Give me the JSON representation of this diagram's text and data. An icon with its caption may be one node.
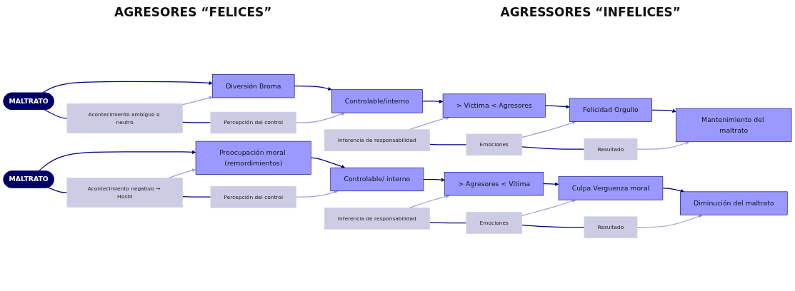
{
  "diagram": {
    "nodes": [
      {
        "text": [
          "MALTRATO"
        ]
      },
      {
        "text": [
          "Acontecimiento ambíguo o neutro"
        ]
      },
      {
        "text": [
          "Percepción del control"
        ]
      },
      {
        "text": [
          "Diversión Broma"
        ]
      },
      {
        "text": [
          "Controlable/interno"
        ]
      },
      {
        "text": [
          "Inferencia de responsabilidad"
        ]
      },
      {
        "text": [
          "Emociones"
        ]
      },
      {
        "text": [
          "Resultado"
        ]
      },
      {
        "text": [
          "> Víctima < Agresores"
        ]
      },
      {
        "text": [
          "Felicidad Orgullo"
        ]
      },
      {
        "text": [
          "Mantenimiento del maltrato"
        ]
      },
      {
        "text": [
          "MALTRATO"
        ]
      },
      {
        "text": [
          "Acontecimiento negativo → Hostil"
        ]
      },
      {
        "text": [
          "Percepción del control"
        ]
      },
      {
        "text": [
          "Preocupación moral (remordimientos)"
        ]
      },
      {
        "text": [
          "Controlable/ interno"
        ]
      },
      {
        "text": [
          "Inferencia de responsabilidad"
        ]
      },
      {
        "text": [
          "Emociones"
        ]
      },
      {
        "text": [
          "Resultado"
        ]
      },
      {
        "text": [
          "> Agresores < Vítima"
        ]
      },
      {
        "text": [
          "Culpa Verguenza moral"
        ]
      },
      {
        "text": [
          "Diminución del maltrato"
        ]
      }
    ],
    "edges": [
      {
        "from": 0,
        "to": 1,
        "arrow": "none"
      },
      {
        "from": 1,
        "to": 2,
        "arrow": "none"
      },
      {
        "from": 0,
        "to": 3,
        "arrow": "to"
      },
      {
        "from": 1,
        "to": 3,
        "arrow": "to",
        "color": "#9f9fcf"
      },
      {
        "from": 3,
        "to": 4,
        "arrow": "to"
      },
      {
        "from": 2,
        "to": 4,
        "arrow": "to",
        "color": "#9f9fcf"
      },
      {
        "from": 4,
        "to": 8,
        "arrow": "to"
      },
      {
        "from": 5,
        "to": 6,
        "arrow": "none"
      },
      {
        "from": 6,
        "to": 7,
        "arrow": "none"
      },
      {
        "from": 5,
        "to": 8,
        "arrow": "to",
        "color": "#9f9fcf"
      },
      {
        "from": 8,
        "to": 9,
        "arrow": "to"
      },
      {
        "from": 6,
        "to": 9,
        "arrow": "to",
        "color": "#9f9fcf"
      },
      {
        "from": 9,
        "to": 10,
        "arrow": "to"
      },
      {
        "from": 7,
        "to": 10,
        "arrow": "to",
        "color": "#9f9fcf"
      },
      {
        "from": 11,
        "to": 12,
        "arrow": "none"
      },
      {
        "from": 12,
        "to": 13,
        "arrow": "none"
      },
      {
        "from": 11,
        "to": 14,
        "arrow": "to"
      },
      {
        "from": 12,
        "to": 14,
        "arrow": "to",
        "color": "#9f9fcf"
      },
      {
        "from": 14,
        "to": 15,
        "arrow": "to"
      },
      {
        "from": 13,
        "to": 15,
        "arrow": "to",
        "color": "#9f9fcf"
      },
      {
        "from": 15,
        "to": 19,
        "arrow": "to"
      },
      {
        "from": 16,
        "to": 17,
        "arrow": "none"
      },
      {
        "from": 17,
        "to": 18,
        "arrow": "none"
      },
      {
        "from": 16,
        "to": 19,
        "arrow": "to",
        "color": "#9f9fcf"
      },
      {
        "from": 19,
        "to": 20,
        "arrow": "to"
      },
      {
        "from": 17,
        "to": 20,
        "arrow": "to",
        "color": "#9f9fcf"
      },
      {
        "from": 20,
        "to": 21,
        "arrow": "to"
      },
      {
        "from": 18,
        "to": 21,
        "arrow": "to",
        "color": "#9f9fcf"
      }
    ],
    "labels": [
      "AGRESORES “FELICES”",
      "AGRESSORES “INFELICES”"
    ]
  }
}
